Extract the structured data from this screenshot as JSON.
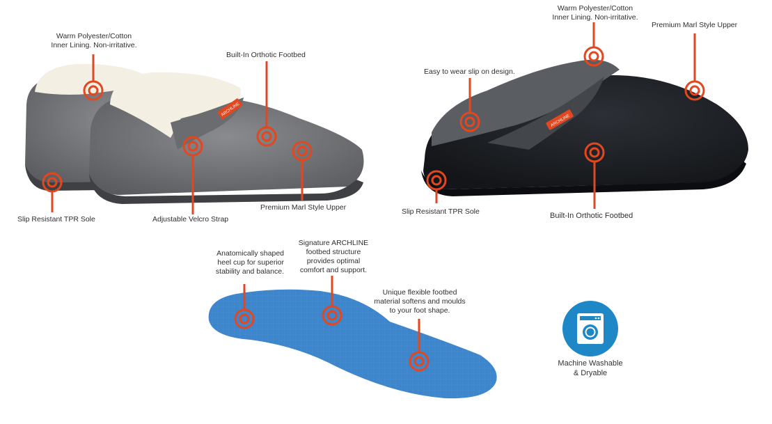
{
  "colors": {
    "marker": "#e2471f",
    "insole": "#3e86cc",
    "washer_badge": "#1e88c6",
    "grey_slipper": "#6e6f72",
    "black_slipper": "#1d2024",
    "fleece": "#f3efe3"
  },
  "grey_slipper": {
    "brand_tag": "ARCHLINE",
    "callouts": {
      "lining": "Warm Polyester/Cotton\nInner Lining. Non-irritative.",
      "footbed": "Built-In Orthotic Footbed",
      "sole": "Slip Resistant TPR Sole",
      "strap": "Adjustable Velcro Strap",
      "upper": "Premium Marl Style Upper"
    }
  },
  "black_slipper": {
    "brand_tag": "ARCHLINE",
    "callouts": {
      "lining": "Warm Polyester/Cotton\nInner Lining. Non-irritative.",
      "upper": "Premium Marl Style Upper",
      "slip_on": "Easy to wear slip on design.",
      "sole": "Slip Resistant TPR Sole",
      "footbed": "Built-In Orthotic Footbed"
    }
  },
  "insole": {
    "callouts": {
      "heel": "Anatomically shaped\nheel cup for superior\nstability and balance.",
      "structure": "Signature ARCHLINE\nfootbed structure\nprovides optimal\ncomfort and support.",
      "material": "Unique flexible footbed\nmaterial softens and moulds\nto your foot shape."
    }
  },
  "washer": {
    "icon": "washing-machine-icon",
    "caption": "Machine Washable\n& Dryable"
  }
}
